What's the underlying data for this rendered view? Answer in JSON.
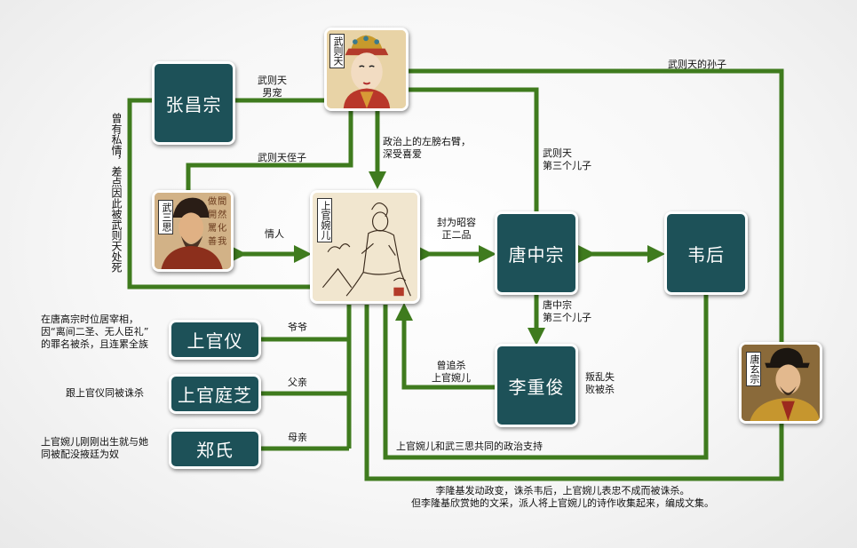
{
  "people": {
    "zhang_changzong": "张昌宗",
    "tang_zhongzong": "唐中宗",
    "wei_hou": "韦后",
    "li_chongjun": "李重俊",
    "shangguan_yi": "上官仪",
    "shangguan_tingzhi": "上官庭芝",
    "zheng_shi": "郑氏"
  },
  "portrait_tags": {
    "wu_zetian": "武则天",
    "wu_sansi": "武三思",
    "shangguan_waner": "上官婉儿",
    "tang_xuanzong": "唐玄宗"
  },
  "relations": {
    "wuzetian_zhang": "武则天\n男宠",
    "wuzetian_sansi": "武则天侄子",
    "wuzetian_waner": "政治上的左膀右臂，\n深受喜爱",
    "wuzetian_zhongzong": "武则天\n第三个儿子",
    "wuzetian_xuanzong": "武则天的孙子",
    "zhang_waner": "曾有私情，差点因此被武则天处死",
    "sansi_waner": "情人",
    "waner_zhongzong": "封为昭容\n正二品",
    "zhongzong_chongjun": "唐中宗\n第三个儿子",
    "chongjun_waner": "曾追杀\n上官婉儿",
    "chongjun_fate": "叛乱失\n败被杀",
    "yi_waner": "爷爷",
    "tingzhi_waner": "父亲",
    "zheng_waner": "母亲",
    "weihou_support": "上官婉儿和武三思共同的政治支持",
    "xuanzong_waner": "李隆基发动政变，诛杀韦后，上官婉儿表忠不成而被诛杀。\n但李隆基欣赏她的文采，派人将上官婉儿的诗作收集起来，编成文集。"
  },
  "notes": {
    "shangguan_yi": "在唐高宗时位居宰相，\n因“离间二圣、无人臣礼”\n的罪名被杀，且连累全族",
    "shangguan_tingzhi": "跟上官仪同被诛杀",
    "zheng_shi": "上官婉儿刚刚出生就与她\n同被配没掖廷为奴"
  },
  "colors": {
    "connector": "#3f7b1e",
    "node_fill": "#1d5158",
    "node_text": "#ffffff"
  }
}
